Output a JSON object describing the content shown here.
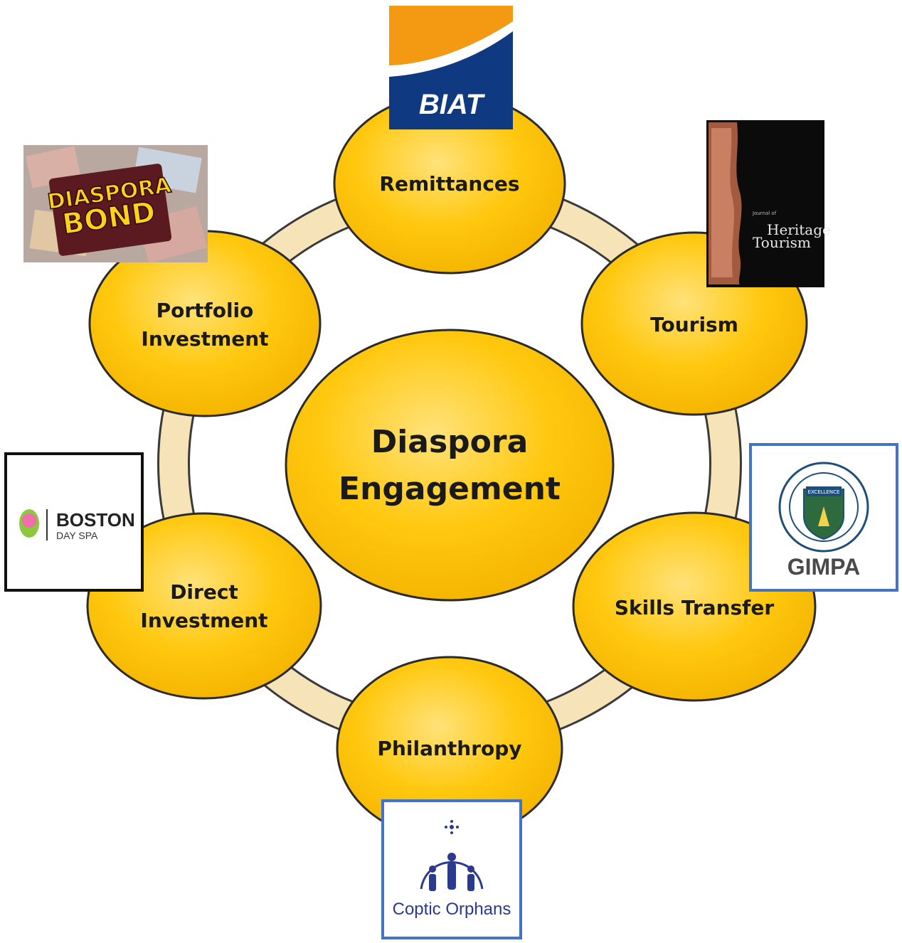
{
  "center": {
    "line1": "Diaspora",
    "line2": "Engagement"
  },
  "nodes": {
    "remittances": {
      "line1": "Remittances"
    },
    "tourism": {
      "line1": "Tourism"
    },
    "skills_transfer": {
      "line1": "Skills Transfer"
    },
    "philanthropy": {
      "line1": "Philanthropy"
    },
    "direct_investment": {
      "line1": "Direct",
      "line2": "Investment"
    },
    "portfolio_investment": {
      "line1": "Portfolio",
      "line2": "Investment"
    }
  },
  "logos": {
    "biat": "BIAT",
    "diaspora_bond": {
      "line1": "DIASPORA",
      "line2": "BOND"
    },
    "heritage_tourism": {
      "journal": "Journal of",
      "title1": "Heritage",
      "title2": "Tourism"
    },
    "boston_day_spa": {
      "name": "BOSTON",
      "sub": "DAY SPA"
    },
    "gimpa": {
      "name": "GIMPA",
      "motto": "EXCELLENCE"
    },
    "coptic_orphans": "Coptic Orphans"
  },
  "colors": {
    "node_fill": "#ffc40c",
    "node_highlight": "#ffe680",
    "node_stroke": "#2b2b2b",
    "ring": "#f3dfae",
    "biat_blue": "#0f3a82",
    "biat_orange": "#f39a12",
    "logo_frame_blue": "#4472c4"
  }
}
